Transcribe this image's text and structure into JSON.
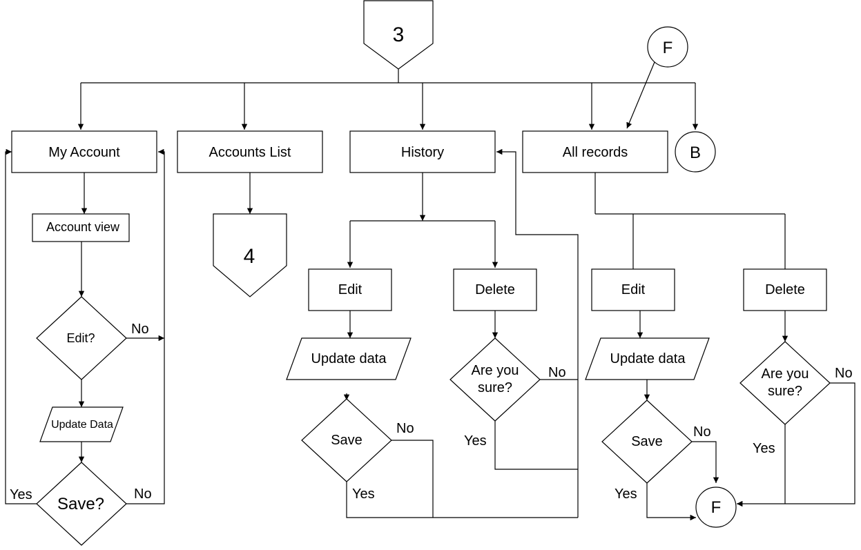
{
  "diagram": {
    "connectors": {
      "top": "3",
      "accounts_list_target": "4",
      "b": "B",
      "f_top": "F",
      "f_bottom": "F"
    },
    "nodes": {
      "my_account": "My Account",
      "accounts_list": "Accounts List",
      "history": "History",
      "all_records": "All records",
      "account_view": "Account view",
      "edit_question": "Edit?",
      "update_data_small": "Update Data",
      "save_question": "Save?",
      "history_edit": "Edit",
      "history_delete": "Delete",
      "history_update": "Update data",
      "history_save": "Save",
      "history_confirm_line1": "Are you",
      "history_confirm_line2": "sure?",
      "records_edit": "Edit",
      "records_delete": "Delete",
      "records_update": "Update data",
      "records_save": "Save",
      "records_confirm_line1": "Are you",
      "records_confirm_line2": "sure?"
    },
    "edge_labels": {
      "edit_no": "No",
      "save_yes": "Yes",
      "save_no": "No",
      "history_save_no": "No",
      "history_save_yes": "Yes",
      "history_confirm_no": "No",
      "history_confirm_yes": "Yes",
      "records_save_no": "No",
      "records_save_yes": "Yes",
      "records_confirm_no": "No",
      "records_confirm_yes": "Yes"
    }
  }
}
